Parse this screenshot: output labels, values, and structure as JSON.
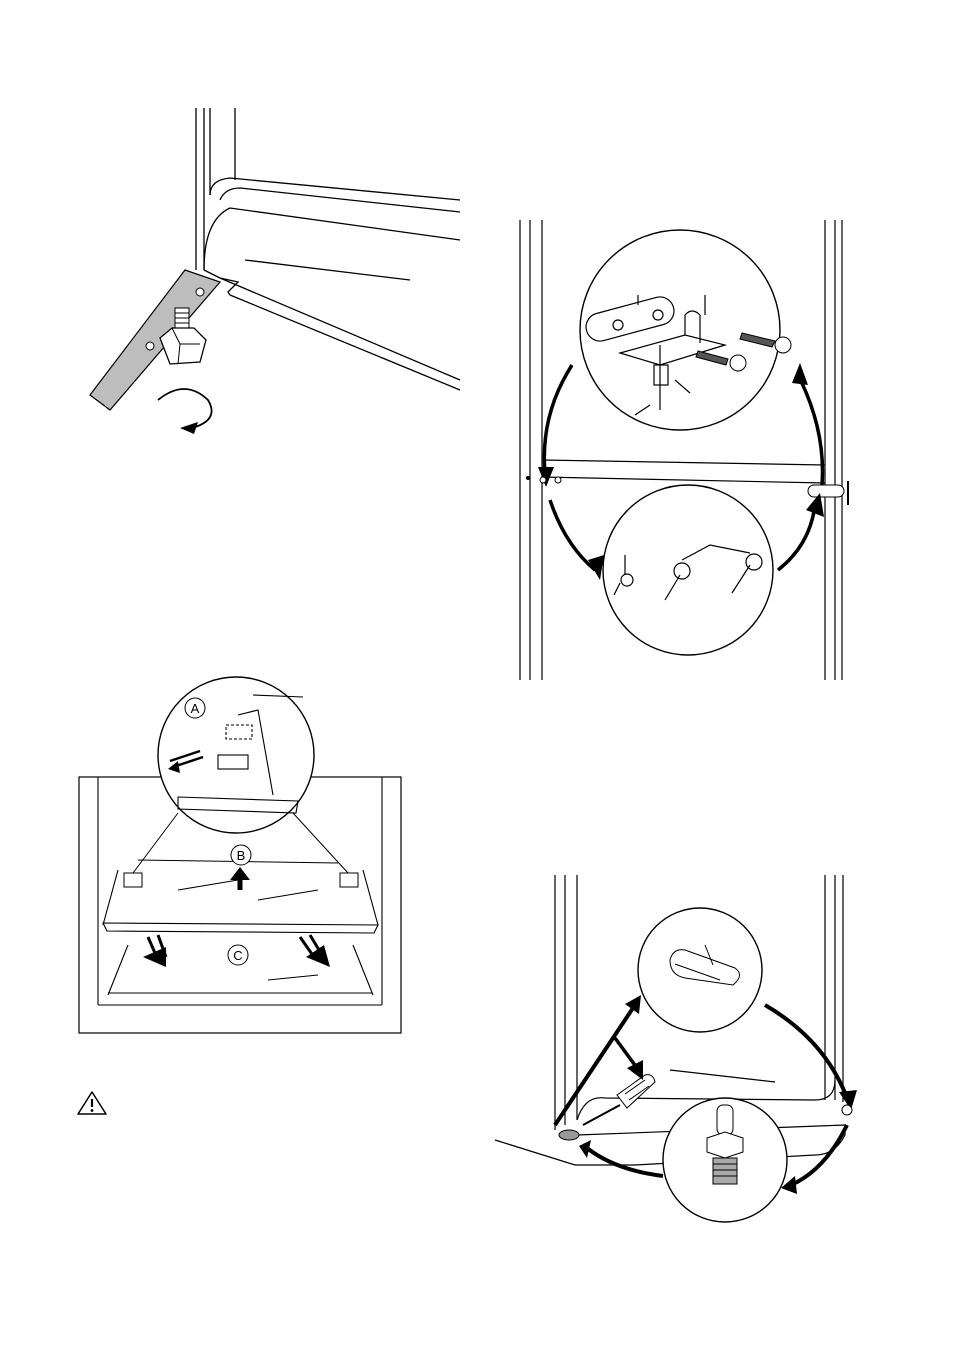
{
  "shelf_figure": {
    "labels": [
      "A",
      "B",
      "C"
    ]
  },
  "icons": {
    "foot": "adjustable-foot-icon",
    "warning": "warning-triangle-icon"
  }
}
